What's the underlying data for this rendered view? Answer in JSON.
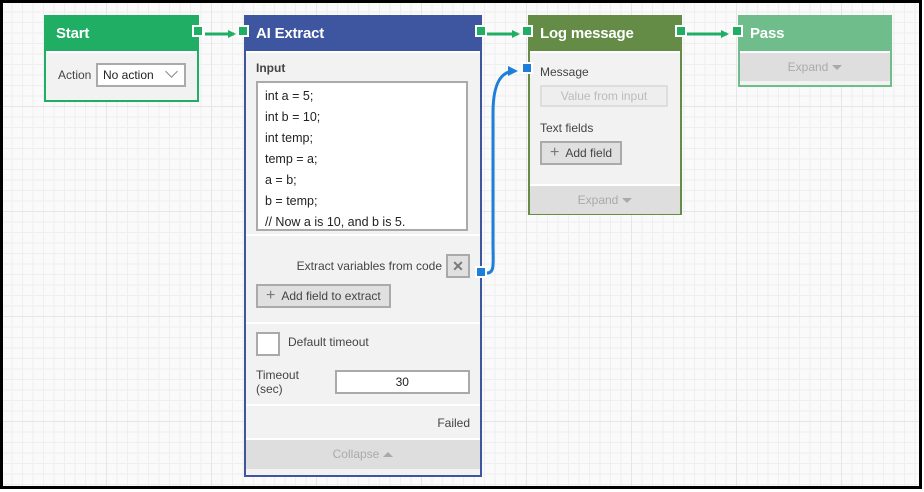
{
  "canvas": {
    "colors": {
      "start": "#1fae63",
      "ai_extract": "#3e55a0",
      "log_message": "#658c47",
      "pass": "#6ebd8a",
      "data_edge": "#1e7fd8",
      "flow_edge": "#1fae63"
    }
  },
  "nodes": {
    "start": {
      "title": "Start",
      "action_label": "Action",
      "action_value": "No action"
    },
    "ai_extract": {
      "title": "AI Extract",
      "input_label": "Input",
      "code_lines": [
        "int a = 5;",
        "int b = 10;",
        "int temp;",
        "temp = a;",
        "a = b;",
        "b = temp;",
        "// Now a is 10, and b is 5."
      ],
      "extract_label": "Extract variables from code",
      "remove_icon": "✕",
      "add_field_label": "Add field to extract",
      "default_timeout_label": "Default timeout",
      "timeout_label": "Timeout (sec)",
      "timeout_value": "30",
      "failed_label": "Failed",
      "collapse_label": "Collapse"
    },
    "log_message": {
      "title": "Log message",
      "message_label": "Message",
      "message_placeholder": "Value from input",
      "text_fields_label": "Text fields",
      "add_field_label": "Add field",
      "expand_label": "Expand"
    },
    "pass": {
      "title": "Pass",
      "expand_label": "Expand"
    }
  },
  "icons": {
    "plus": "+"
  }
}
